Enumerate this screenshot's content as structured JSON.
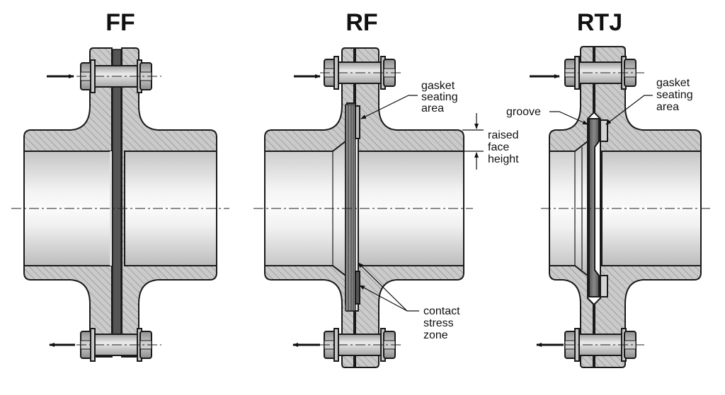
{
  "diagram": {
    "title": "Flange facing types: FF vs RF vs RTJ",
    "panels": [
      {
        "id": "ff",
        "title": "FF",
        "annotations": []
      },
      {
        "id": "rf",
        "title": "RF",
        "annotations": [
          {
            "id": "gasket-seating-area",
            "lines": [
              "gasket",
              "seating",
              "area"
            ]
          },
          {
            "id": "raised-face-height",
            "lines": [
              "raised",
              "face",
              "height"
            ]
          },
          {
            "id": "contact-stress-zone",
            "lines": [
              "contact",
              "stress",
              "zone"
            ]
          }
        ]
      },
      {
        "id": "rtj",
        "title": "RTJ",
        "annotations": [
          {
            "id": "groove",
            "lines": [
              "groove"
            ]
          },
          {
            "id": "gasket-seating-area",
            "lines": [
              "gasket",
              "seating",
              "area"
            ]
          }
        ]
      }
    ],
    "arrows": {
      "top": "bolt-load-in",
      "bottom": "bolt-load-out"
    },
    "colors": {
      "hatch_fill": "#c9c9c9",
      "hatch_line": "#7a7a7a",
      "outline": "#1a1a1a",
      "bore_light": "#f2f2f2",
      "bore_dark": "#bdbdbd",
      "gasket": "#555555",
      "bolt": "#bfbfbf",
      "nut": "#a9a9a9"
    }
  }
}
